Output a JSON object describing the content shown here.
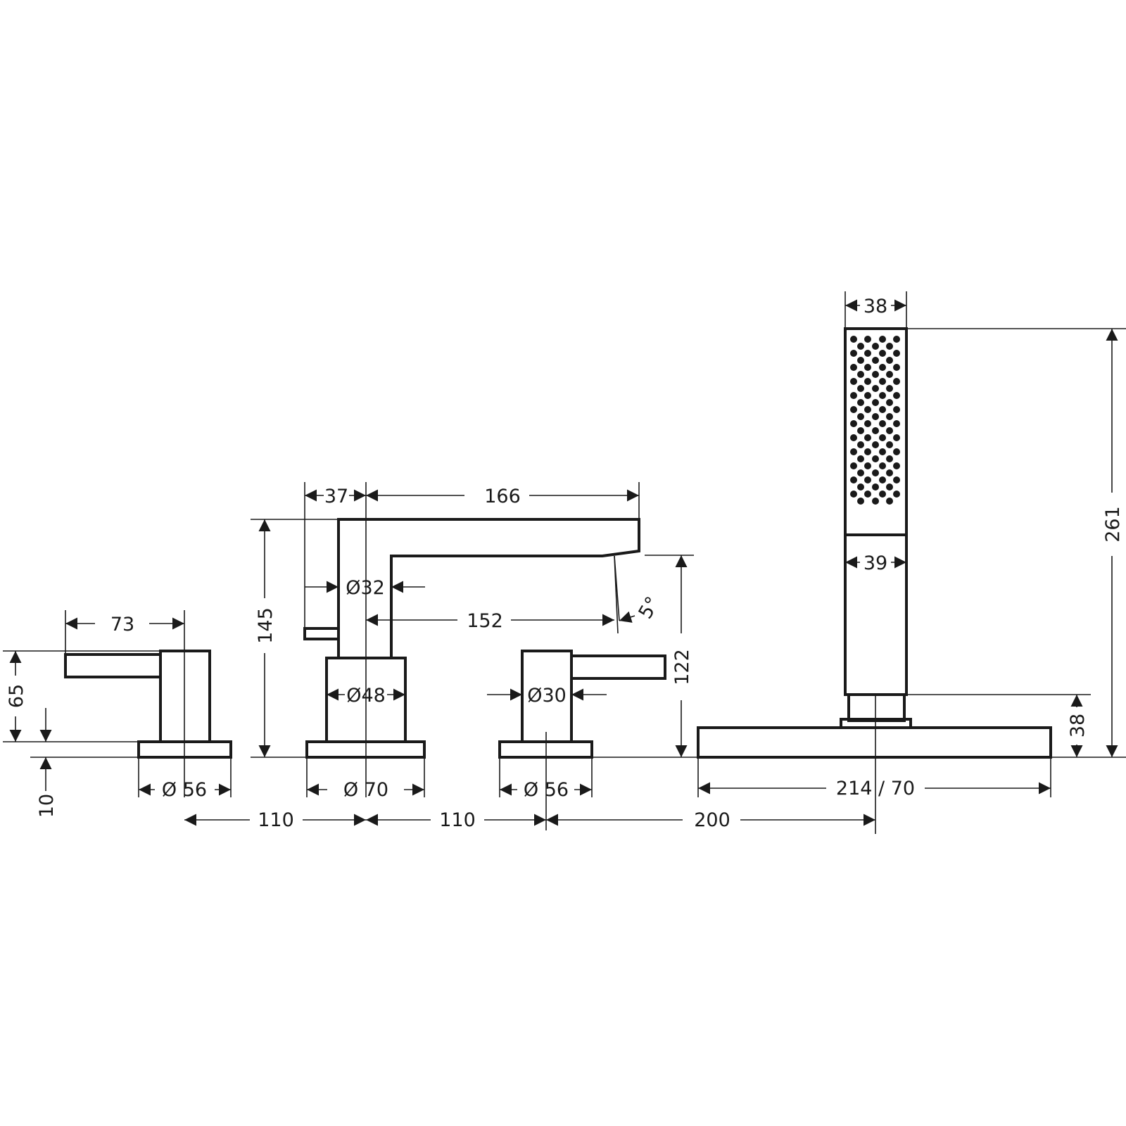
{
  "dimensions": {
    "lever_left_reach": "73",
    "lever_left_height": "65",
    "base_thickness": "10",
    "base_left_diameter": "Ø 56",
    "spout_offset": "37",
    "spout_reach_total": "166",
    "spout_diameter": "Ø32",
    "spout_reach": "152",
    "spout_angle": "5°",
    "spout_height": "145",
    "body_diameter": "Ø48",
    "base_center_diameter": "Ø 70",
    "handle_diameter": "Ø30",
    "outlet_height": "122",
    "base_right_diameter": "Ø 56",
    "spacing_1": "110",
    "spacing_2": "110",
    "spacing_3": "200",
    "shower_head_width": "38",
    "shower_handle_width": "39",
    "shower_total_height": "261",
    "shower_holder_height": "38",
    "shower_base_size": "214 / 70"
  }
}
